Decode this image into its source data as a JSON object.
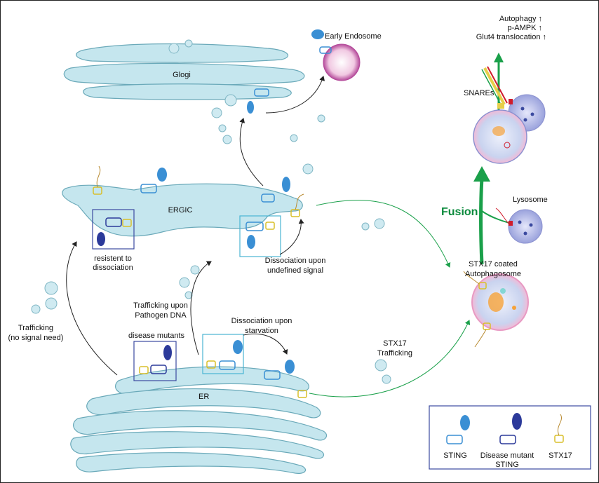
{
  "labels": {
    "golgi": "Glogi",
    "early_endosome": "Early Endosome",
    "ergic": "ERGIC",
    "er": "ER",
    "resistant": [
      "resistent to",
      "dissociation"
    ],
    "dissociation_undefined": [
      "Dissociation upon",
      "undefined signal"
    ],
    "trafficking_no_signal": [
      "Trafficking",
      "(no signal need)"
    ],
    "trafficking_pathogen": [
      "Trafficking upon",
      "Pathogen DNA"
    ],
    "disease_mutants": "disease mutants",
    "dissociation_starvation": [
      "Dissociation upon",
      "starvation"
    ],
    "stx17_trafficking": [
      "STX17",
      "Trafficking"
    ],
    "stx17_autophagosome": [
      "STX17 coated",
      "Autophagosome"
    ],
    "lysosome": "Lysosome",
    "fusion": "Fusion",
    "snares": "SNAREs",
    "outcomes": [
      "Autophagy ↑",
      "p-AMPK ↑",
      "Glut4 translocation ↑"
    ]
  },
  "legend": {
    "items": [
      {
        "label": [
          "STING"
        ]
      },
      {
        "label": [
          "Disease mutant",
          "STING"
        ]
      },
      {
        "label": [
          "STX17"
        ]
      }
    ]
  },
  "colors": {
    "membrane": "#c5e6ee",
    "sting": "#3a8fd4",
    "mutant": "#2c3a9a",
    "stx17": "#e6cf4a",
    "green_arrow": "#1aa04a",
    "autophagosome": "#f3c6dc",
    "lysosome": "#b9bde8"
  }
}
